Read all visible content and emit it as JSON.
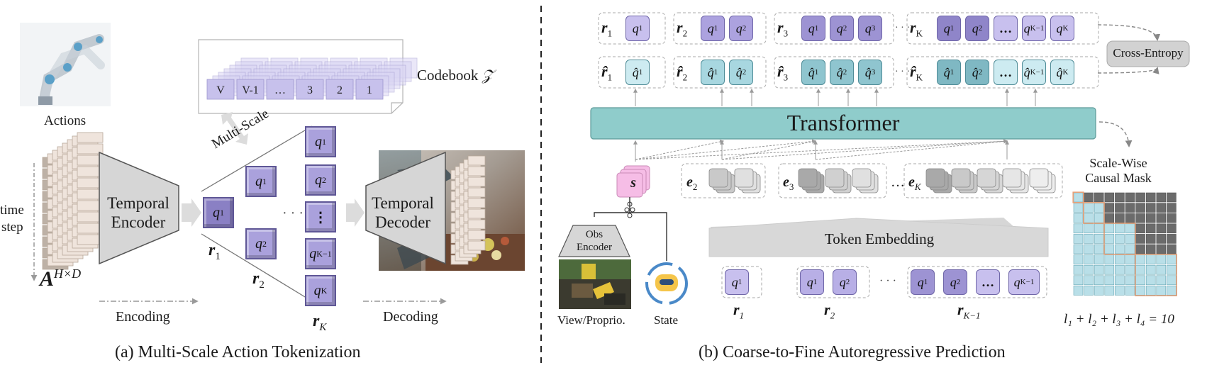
{
  "panel_a": {
    "caption": "(a) Multi-Scale Action Tokenization",
    "actions_label": "Actions",
    "time_label": "time",
    "step_label": "step",
    "matrix_symbol": "A",
    "matrix_sup": "H×D",
    "encoder_line1": "Temporal",
    "encoder_line2": "Encoder",
    "decoder_line1": "Temporal",
    "decoder_line2": "Decoder",
    "codebook_label": "Codebook",
    "codebook_symbol": "𝒵",
    "codebook_entries": [
      "V",
      "V-1",
      "…",
      "3",
      "2",
      "1"
    ],
    "multiscale_label": "Multi-Scale",
    "encoding_label": "Encoding",
    "decoding_label": "Decoding",
    "r1": "r",
    "r1_sub": "1",
    "r2": "r",
    "r2_sub": "2",
    "rK": "r",
    "rK_sub": "K",
    "dots": "· · ·",
    "q_token": "q",
    "sup_1": "1",
    "sup_2": "2",
    "sup_vdots": "⋮",
    "sup_Km1": "K−1",
    "sup_K": "K"
  },
  "panel_b": {
    "caption": "(b) Coarse-to-Fine Autoregressive Prediction",
    "transformer_label": "Transformer",
    "cross_entropy_label": "Cross-Entropy",
    "scale_wise_line1": "Scale-Wise",
    "scale_wise_line2": "Causal Mask",
    "mask_equation": "l₁ + l₂ + l₃ + l₄ = 10",
    "token_embedding_label": "Token Embedding",
    "obs_encoder_line1": "Obs",
    "obs_encoder_line2": "Encoder",
    "view_label": "View/Proprio.",
    "state_label": "State",
    "s_symbol": "s",
    "e2": "e",
    "e2_sub": "2",
    "e3": "e",
    "e3_sub": "3",
    "eK": "e",
    "eK_sub": "K",
    "r_labels": [
      "1",
      "2",
      "3",
      "K"
    ],
    "rhat_labels": [
      "1",
      "2",
      "3",
      "K"
    ],
    "bottom_r": [
      "1",
      "2",
      "K−1"
    ],
    "ellipsis": "…",
    "dots": "· · ·"
  },
  "colors": {
    "purple_light": "#c8c0ee",
    "purple_mid": "#aba1de",
    "purple_dark": "#8f85c9",
    "teal_light": "#cdebf1",
    "teal_mid": "#a8d7e0",
    "teal_dark": "#82bfca",
    "transformer": "#8fcccb",
    "pink": "#f6bde6",
    "gray_box": "#d2d2d2"
  }
}
